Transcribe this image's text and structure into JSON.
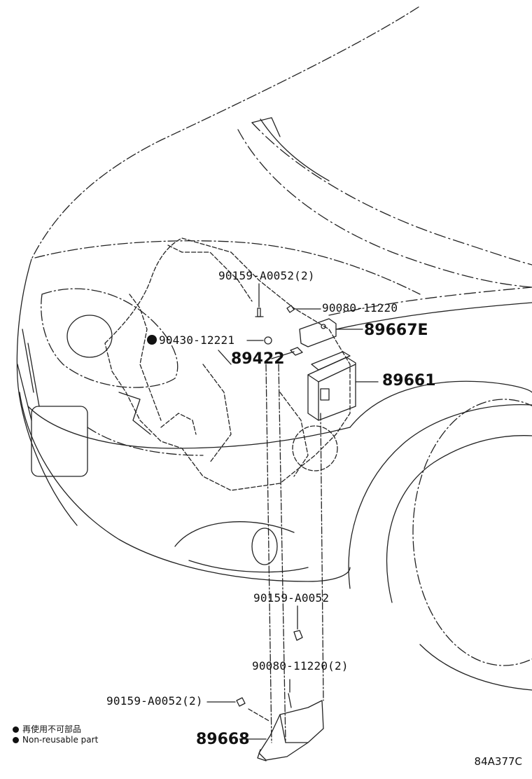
{
  "labels": {
    "bolt_top": "90159-A0052(2)",
    "bolt_right": "90080-11220",
    "bracket": "89667E",
    "clamp": "90430-12221",
    "connector": "89422",
    "ecu": "89661",
    "bolt_mid": "90159-A0052",
    "bolt_lower": "90080-11220(2)",
    "bolt_left": "90159-A0052(2)",
    "lower_bracket": "89668"
  },
  "legend": {
    "line1": "再使用不可部品",
    "line2": "Non-reusable part"
  },
  "drawing_code": "84A377C",
  "non_reusable_icon": "filled-circle"
}
